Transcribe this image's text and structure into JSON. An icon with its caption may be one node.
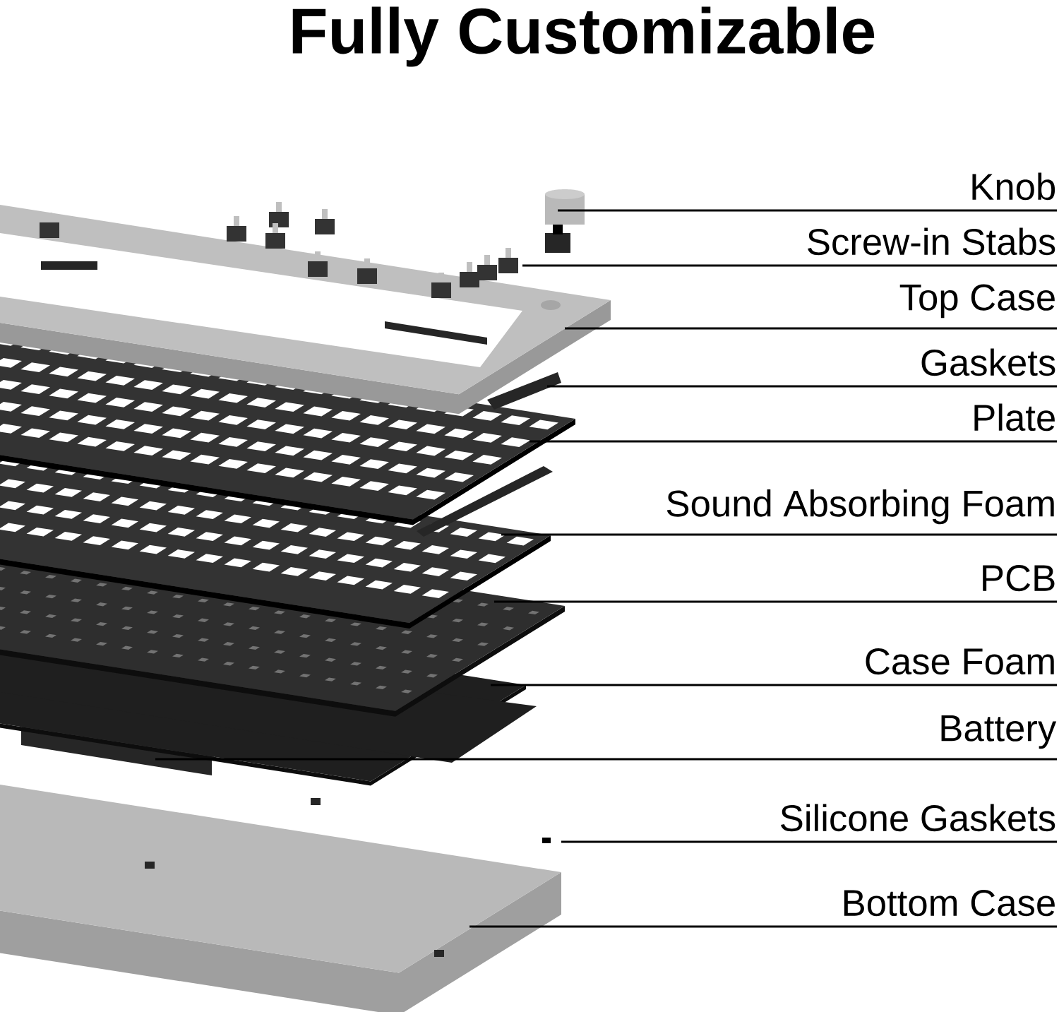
{
  "diagram": {
    "title": "Fully Customizable",
    "nodes": [
      {
        "text": [
          "Knob"
        ]
      },
      {
        "text": [
          "Screw-in Stabs"
        ]
      },
      {
        "text": [
          "Top Case"
        ]
      },
      {
        "text": [
          "Gaskets"
        ]
      },
      {
        "text": [
          "Plate"
        ]
      },
      {
        "text": [
          "Sound Absorbing Foam"
        ]
      },
      {
        "text": [
          "PCB"
        ]
      },
      {
        "text": [
          "Case Foam"
        ]
      },
      {
        "text": [
          "Battery"
        ]
      },
      {
        "text": [
          "Silicone Gaskets"
        ]
      },
      {
        "text": [
          "Bottom Case"
        ]
      }
    ],
    "edges": [
      {
        "from": 0,
        "to": null,
        "arrow": "none"
      },
      {
        "from": 1,
        "to": null,
        "arrow": "none"
      },
      {
        "from": 2,
        "to": null,
        "arrow": "none"
      },
      {
        "from": 3,
        "to": null,
        "arrow": "none"
      },
      {
        "from": 4,
        "to": null,
        "arrow": "none"
      },
      {
        "from": 5,
        "to": null,
        "arrow": "none"
      },
      {
        "from": 6,
        "to": null,
        "arrow": "none"
      },
      {
        "from": 7,
        "to": null,
        "arrow": "none"
      },
      {
        "from": 8,
        "to": null,
        "arrow": "none"
      },
      {
        "from": 9,
        "to": null,
        "arrow": "none"
      },
      {
        "from": 10,
        "to": null,
        "arrow": "none"
      }
    ]
  }
}
